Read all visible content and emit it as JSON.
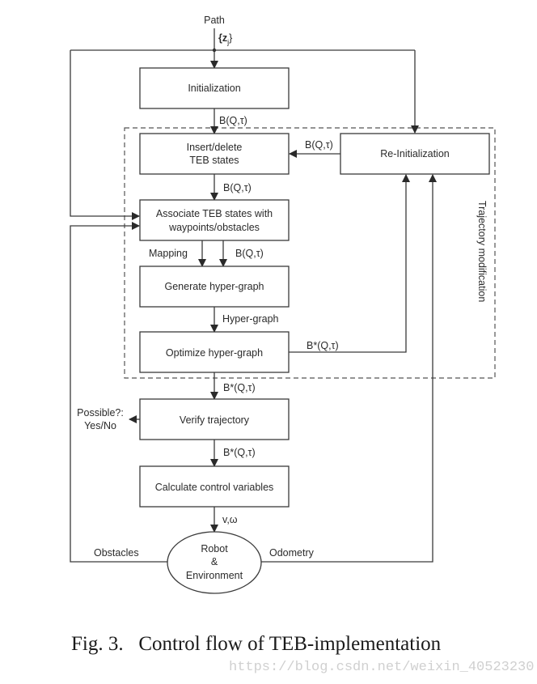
{
  "figure": {
    "caption_prefix": "Fig. 3.",
    "caption_text": "Control flow of TEB-implementation",
    "watermark": "https://blog.csdn.net/weixin_40523230"
  },
  "inputs": {
    "path_label": "Path",
    "path_var": "{z",
    "path_var_sub": "j",
    "path_var_close": "}"
  },
  "group": {
    "label": "Trajectory modification"
  },
  "nodes": {
    "initialization": "Initialization",
    "insert_delete_line1": "Insert/delete",
    "insert_delete_line2": "TEB states",
    "associate_line1": "Associate TEB states with",
    "associate_line2": "waypoints/obstacles",
    "generate": "Generate hyper-graph",
    "optimize": "Optimize hyper-graph",
    "reinit": "Re-Initialization",
    "verify": "Verify trajectory",
    "calculate": "Calculate control variables",
    "robot_line1": "Robot",
    "robot_line2": "&",
    "robot_line3": "Environment"
  },
  "edges": {
    "init_to_insert": "B(Q,τ)",
    "reinit_to_insert": "B(Q,τ)",
    "insert_to_associate": "B(Q,τ)",
    "mapping": "Mapping",
    "associate_to_generate": "B(Q,τ)",
    "generate_to_optimize": "Hyper-graph",
    "optimize_to_reinit": "B*(Q,τ)",
    "optimize_to_verify": "B*(Q,τ)",
    "verify_out_line1": "Possible?:",
    "verify_out_line2": "Yes/No",
    "verify_to_calculate": "B*(Q,τ)",
    "calculate_to_robot": "v,ω",
    "obstacles": "Obstacles",
    "odometry": "Odometry"
  }
}
